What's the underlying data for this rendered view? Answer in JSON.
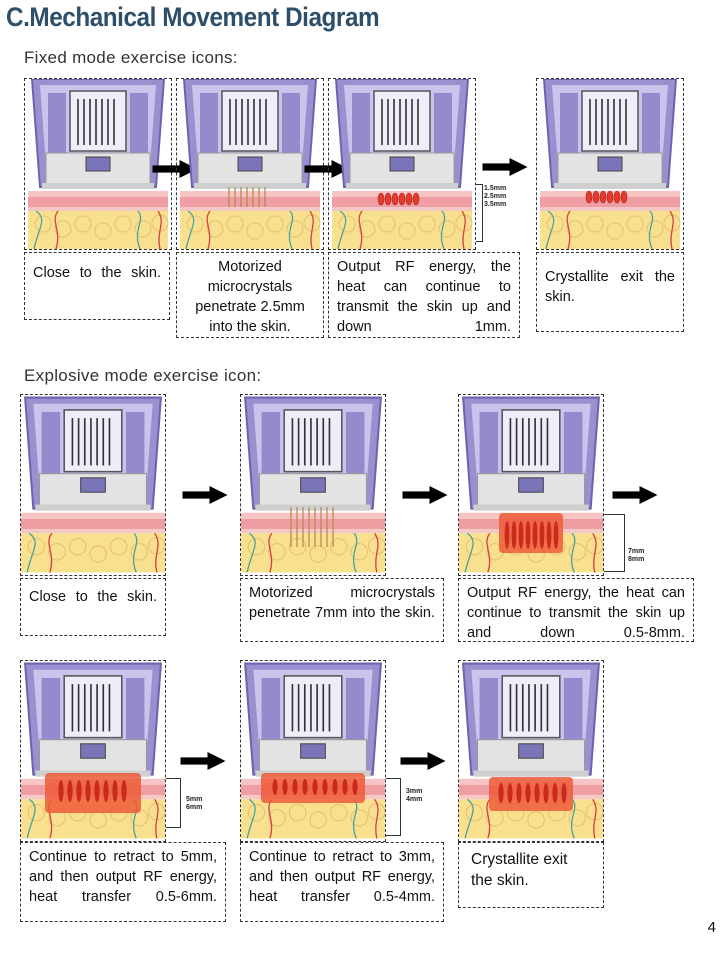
{
  "title": "C.Mechanical Movement Diagram",
  "fixed": {
    "heading": "Fixed mode exercise icons:",
    "steps": [
      {
        "caption": "Close to the skin."
      },
      {
        "caption": "Motorized microcrystals penetrate 2.5mm into the skin."
      },
      {
        "caption": "Output RF energy, the heat can continue to transmit the skin up and down 1mm.",
        "marks": [
          "1.5mm",
          "2.5mm",
          "3.5mm"
        ]
      },
      {
        "caption": "Crystallite exit the skin."
      }
    ]
  },
  "explosive": {
    "heading": "Explosive mode exercise icon:",
    "steps": [
      {
        "caption": "Close to the skin."
      },
      {
        "caption": "Motorized microcrystals penetrate 7mm into the skin."
      },
      {
        "caption": "Output RF energy, the heat can continue to transmit the skin up and down 0.5-8mm.",
        "marks": [
          "7mm",
          "8mm"
        ]
      },
      {
        "caption": "Continue to retract to 5mm, and then output RF energy, heat transfer 0.5-6mm.",
        "marks": [
          "5mm",
          "6mm"
        ]
      },
      {
        "caption": "Continue to retract to 3mm, and then output RF energy, heat transfer 0.5-4mm.",
        "marks": [
          "3mm",
          "4mm"
        ]
      },
      {
        "caption": "Crystallite exit the skin."
      }
    ]
  },
  "page_number": "4",
  "colors": {
    "title": "#2d4f6a",
    "device": "#8c83c9",
    "skin_pink": "#f2a9ae",
    "fat": "#f7dd8c",
    "rf": "#e8402c"
  }
}
